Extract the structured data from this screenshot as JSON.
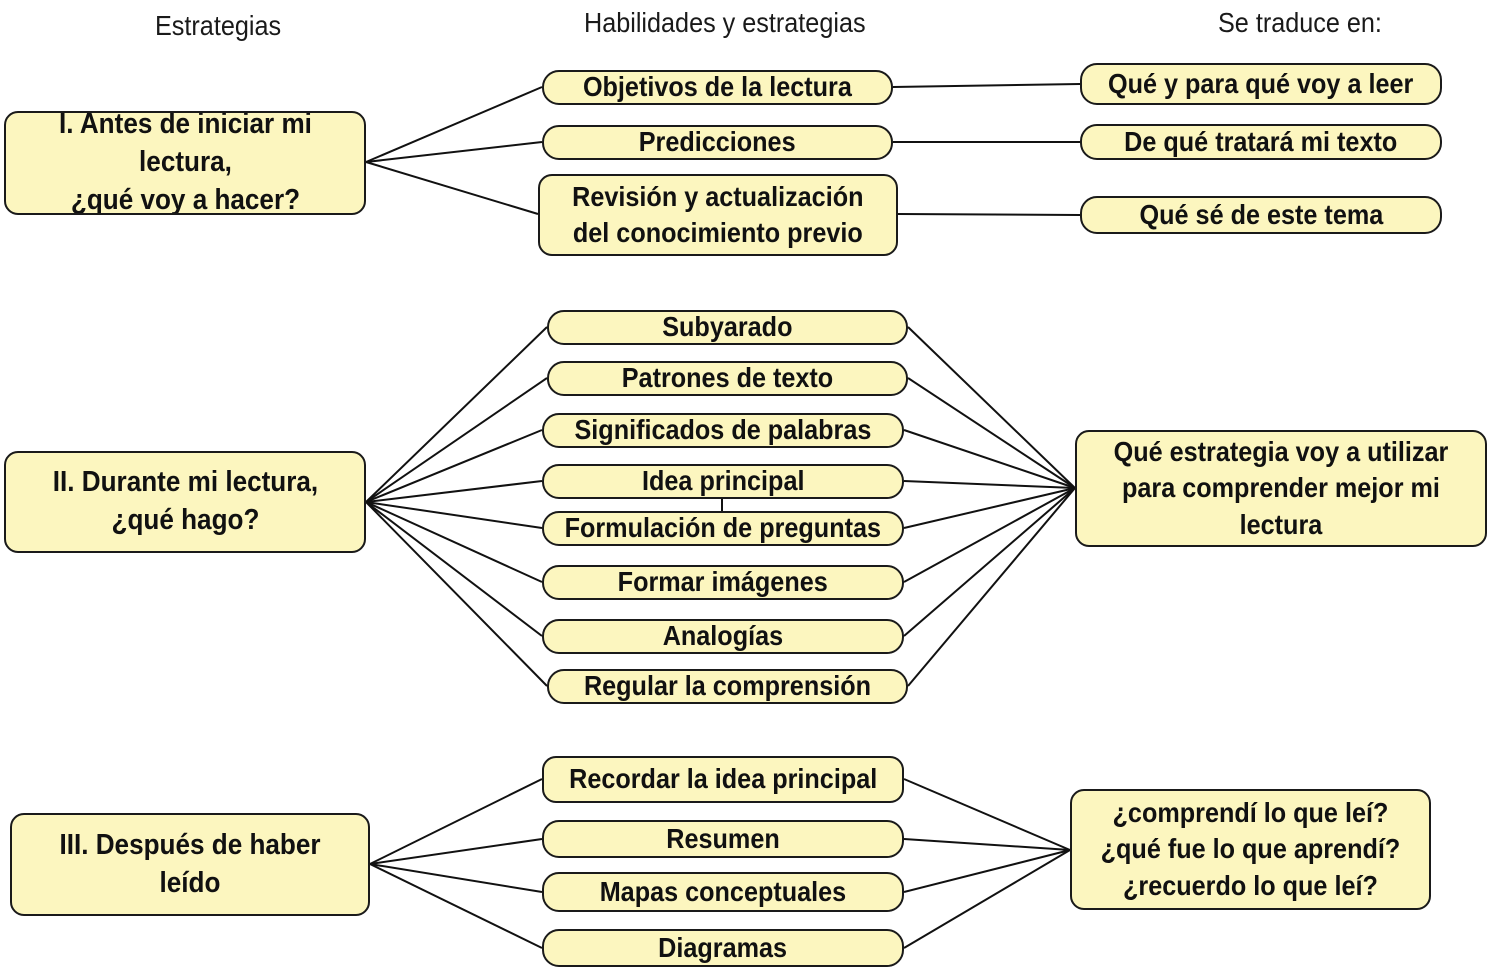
{
  "headers": {
    "col1": "Estrategias",
    "col2": "Habilidades y estrategias",
    "col3": "Se traduce en:"
  },
  "stages": [
    {
      "label": "I. Antes de iniciar mi\nlectura,\n¿qué voy a hacer?"
    },
    {
      "label": "II. Durante mi lectura,\n¿qué hago?"
    },
    {
      "label": "III. Después de haber leído"
    }
  ],
  "before": {
    "skills": [
      "Objetivos de la lectura",
      "Predicciones",
      "Revisión y actualización\ndel conocimiento previo"
    ],
    "results": [
      "Qué y para qué voy a leer",
      "De qué tratará mi texto",
      "Qué sé de este tema"
    ]
  },
  "during": {
    "skills": [
      "Subyarado",
      "Patrones de texto",
      "Significados de palabras",
      "Idea principal",
      "Formulación de preguntas",
      "Formar imágenes",
      "Analogías",
      "Regular la comprensión"
    ],
    "result": "Qué estrategia voy a utilizar\npara comprender mejor mi\nlectura"
  },
  "after": {
    "skills": [
      "Recordar la idea principal",
      "Resumen",
      "Mapas conceptuales",
      "Diagramas"
    ],
    "result": "¿comprendí lo que leí?\n¿qué fue lo que aprendí?\n¿recuerdo lo que leí?"
  },
  "colors": {
    "box_fill": "#fcf6bf",
    "stroke": "#1a1a1a"
  }
}
